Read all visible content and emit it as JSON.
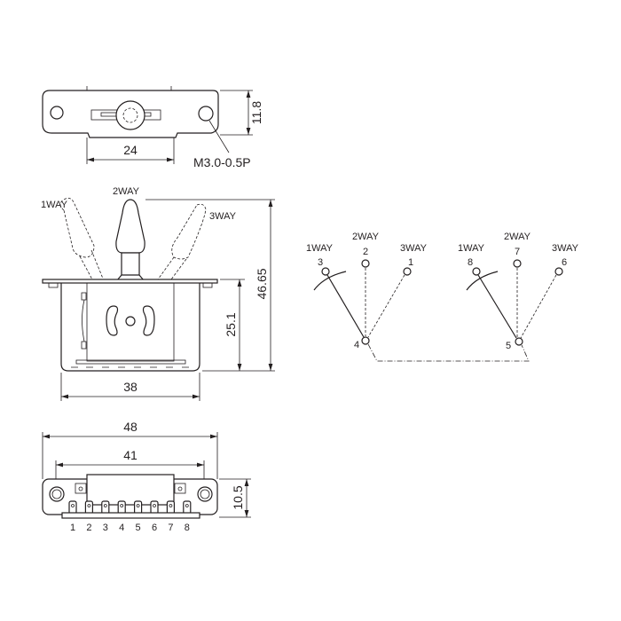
{
  "top_view": {
    "dim_width": "24",
    "dim_height": "11.8",
    "thread_label": "M3.0-0.5P"
  },
  "side_view": {
    "lever_labels": [
      "1WAY",
      "2WAY",
      "3WAY"
    ],
    "dim_total_height": "46.65",
    "dim_body_height": "25.1",
    "dim_body_width": "38"
  },
  "schematic": {
    "left": {
      "positions": [
        "1WAY",
        "2WAY",
        "3WAY"
      ],
      "terminals": [
        "3",
        "2",
        "1"
      ],
      "common": "4"
    },
    "right": {
      "positions": [
        "1WAY",
        "2WAY",
        "3WAY"
      ],
      "terminals": [
        "8",
        "7",
        "6"
      ],
      "common": "5"
    }
  },
  "bottom_view": {
    "dim_overall": "48",
    "dim_holes": "41",
    "dim_height": "10.5",
    "pin_numbers": [
      "1",
      "2",
      "3",
      "4",
      "5",
      "6",
      "7",
      "8"
    ]
  }
}
